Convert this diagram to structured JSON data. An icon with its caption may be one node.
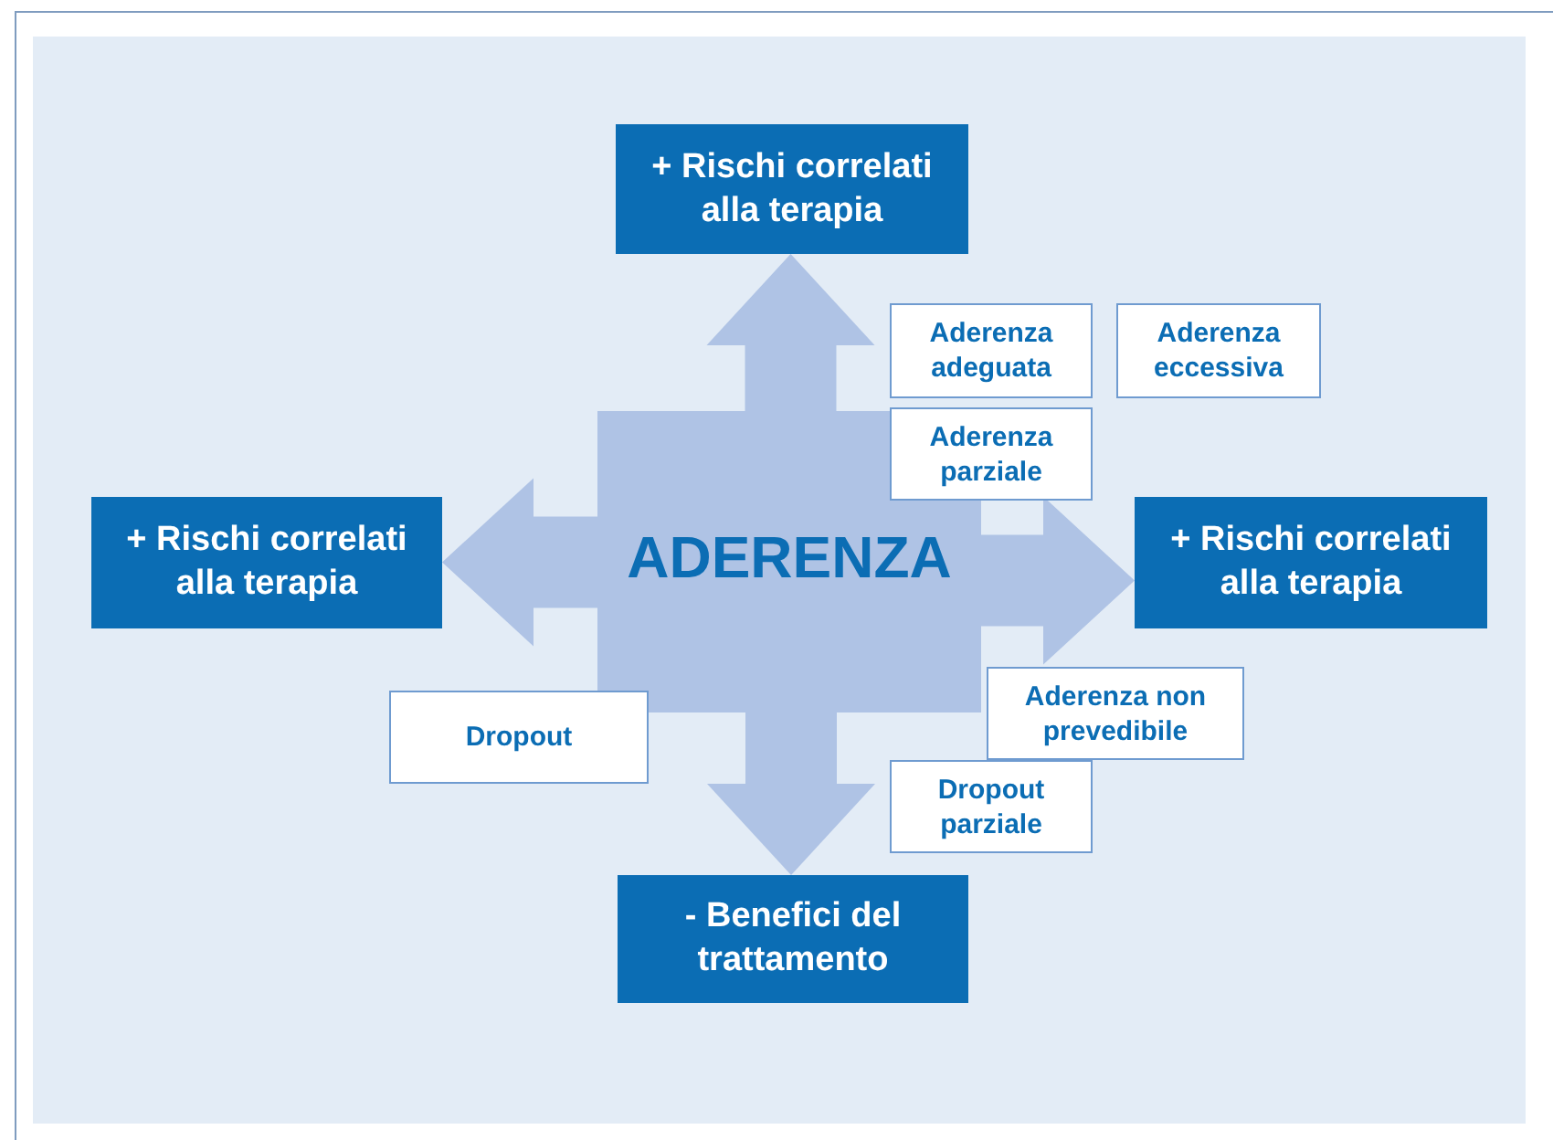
{
  "diagram": {
    "nodes": [
      {
        "text": [
          "+ Rischi correlati alla terapia"
        ]
      },
      {
        "text": [
          "Aderenza adeguata"
        ]
      },
      {
        "text": [
          "Aderenza eccessiva"
        ]
      },
      {
        "text": [
          "Aderenza parziale"
        ]
      },
      {
        "text": [
          "+ Rischi correlati alla terapia"
        ]
      },
      {
        "text": [
          "ADERENZA"
        ]
      },
      {
        "text": [
          "+ Rischi correlati alla terapia"
        ]
      },
      {
        "text": [
          "Aderenza non prevedibile"
        ]
      },
      {
        "text": [
          "Dropout"
        ]
      },
      {
        "text": [
          "Dropout parziale"
        ]
      },
      {
        "text": [
          "- Benefici del trattamento"
        ]
      }
    ],
    "edges": [
      {
        "from": 5,
        "to": 0,
        "arrow": "to"
      },
      {
        "from": 5,
        "to": 4,
        "arrow": "to"
      },
      {
        "from": 5,
        "to": 6,
        "arrow": "to"
      },
      {
        "from": 5,
        "to": 10,
        "arrow": "to"
      }
    ]
  }
}
